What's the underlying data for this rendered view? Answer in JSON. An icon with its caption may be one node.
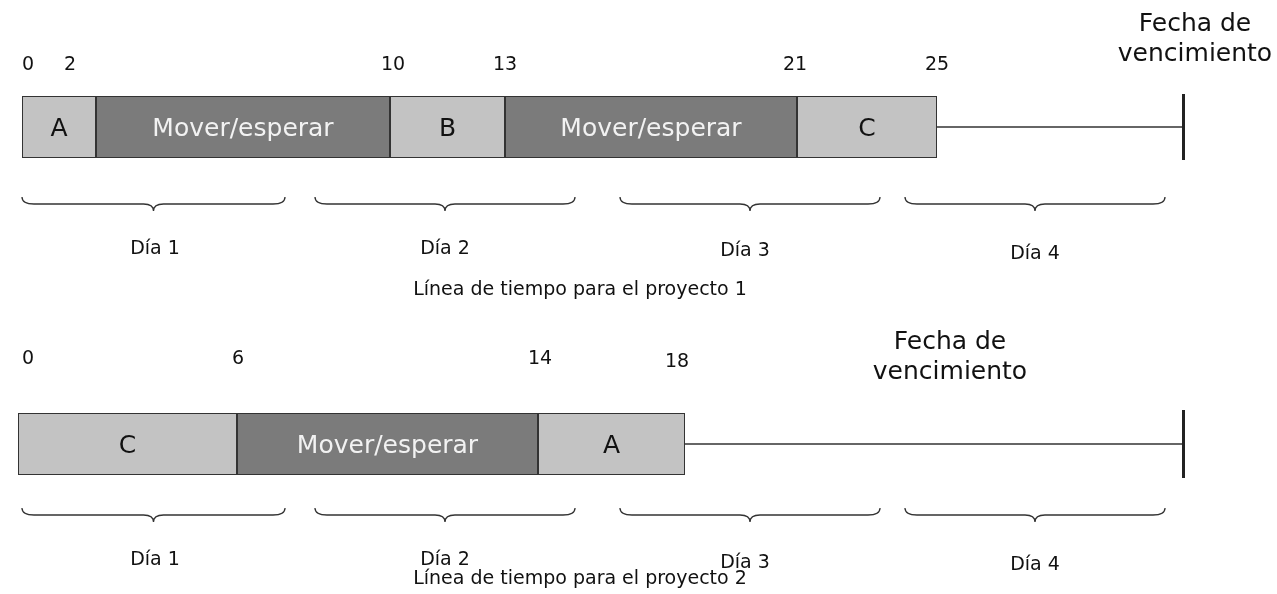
{
  "diagram": {
    "nodes": [
      {
        "text": [
          "A"
        ]
      },
      {
        "text": [
          "Mover/esperar"
        ]
      },
      {
        "text": [
          "B"
        ]
      },
      {
        "text": [
          "Mover/esperar"
        ]
      },
      {
        "text": [
          "C"
        ]
      },
      {
        "text": [],
        "shape": "bar",
        "beside": [
          "Fecha de vencimiento"
        ]
      },
      {
        "text": [
          "C"
        ]
      },
      {
        "text": [
          "Mover/esperar"
        ]
      },
      {
        "text": [
          "A"
        ]
      },
      {
        "text": [],
        "shape": "bar"
      }
    ],
    "edges": [
      {
        "from": 4,
        "to": 5,
        "arrow": "none"
      },
      {
        "from": 8,
        "to": 9,
        "arrow": "none"
      }
    ],
    "labels": [
      "0",
      "2",
      "10",
      "13",
      "21",
      "25",
      "Día 1",
      "Día 2",
      "Día 3",
      "Día 4",
      "Línea de tiempo para el proyecto 1",
      "0",
      "6",
      "14",
      "18",
      "Fecha de vencimiento",
      "Día 1",
      "Día 2",
      "Día 3",
      "Día 4",
      "Línea de tiempo para el proyecto 2"
    ]
  }
}
